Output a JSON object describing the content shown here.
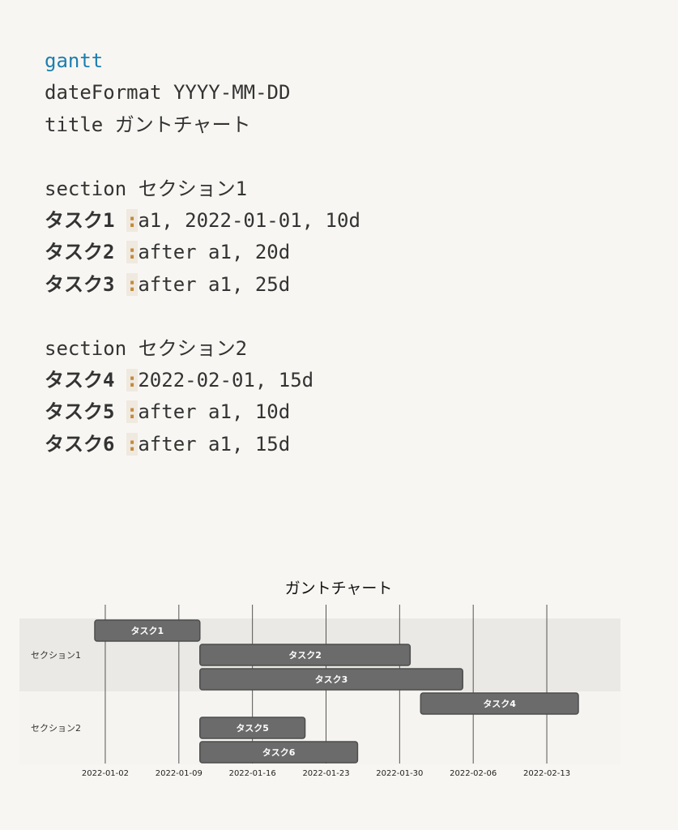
{
  "code": {
    "keyword": "gantt",
    "date_format_line": "dateFormat YYYY-MM-DD",
    "title_line": "title ガントチャート",
    "sections": [
      {
        "header_line": "section セクション1",
        "tasks": [
          {
            "name": "タスク1",
            "spec": "a1, 2022-01-01, 10d"
          },
          {
            "name": "タスク2",
            "spec": "after a1, 20d"
          },
          {
            "name": "タスク3",
            "spec": "after a1, 25d"
          }
        ]
      },
      {
        "header_line": "section セクション2",
        "tasks": [
          {
            "name": "タスク4",
            "spec": "2022-02-01, 15d"
          },
          {
            "name": "タスク5",
            "spec": "after a1, 10d"
          },
          {
            "name": "タスク6",
            "spec": "after a1, 15d"
          }
        ]
      }
    ]
  },
  "chart_data": {
    "type": "gantt",
    "title": "ガントチャート",
    "date_axis": {
      "min": "2021-12-31",
      "max": "2022-02-15",
      "ticks": [
        "2022-01-02",
        "2022-01-09",
        "2022-01-16",
        "2022-01-23",
        "2022-01-30",
        "2022-02-06",
        "2022-02-13"
      ]
    },
    "sections": [
      {
        "name": "セクション1",
        "tasks": [
          {
            "name": "タスク1",
            "start": "2022-01-01",
            "end": "2022-01-11"
          },
          {
            "name": "タスク2",
            "start": "2022-01-11",
            "end": "2022-01-31"
          },
          {
            "name": "タスク3",
            "start": "2022-01-11",
            "end": "2022-02-05"
          }
        ]
      },
      {
        "name": "セクション2",
        "tasks": [
          {
            "name": "タスク4",
            "start": "2022-02-01",
            "end": "2022-02-16"
          },
          {
            "name": "タスク5",
            "start": "2022-01-11",
            "end": "2022-01-21"
          },
          {
            "name": "タスク6",
            "start": "2022-01-11",
            "end": "2022-01-26"
          }
        ]
      }
    ],
    "colors": {
      "section1_band": "#ebe9e5",
      "section2_band": "#f6f4f0",
      "bar_fill": "#6b6b6b",
      "bar_stroke": "#4d4d4d",
      "bar_text": "#ffffff",
      "grid": "#555555"
    },
    "grid": true
  }
}
